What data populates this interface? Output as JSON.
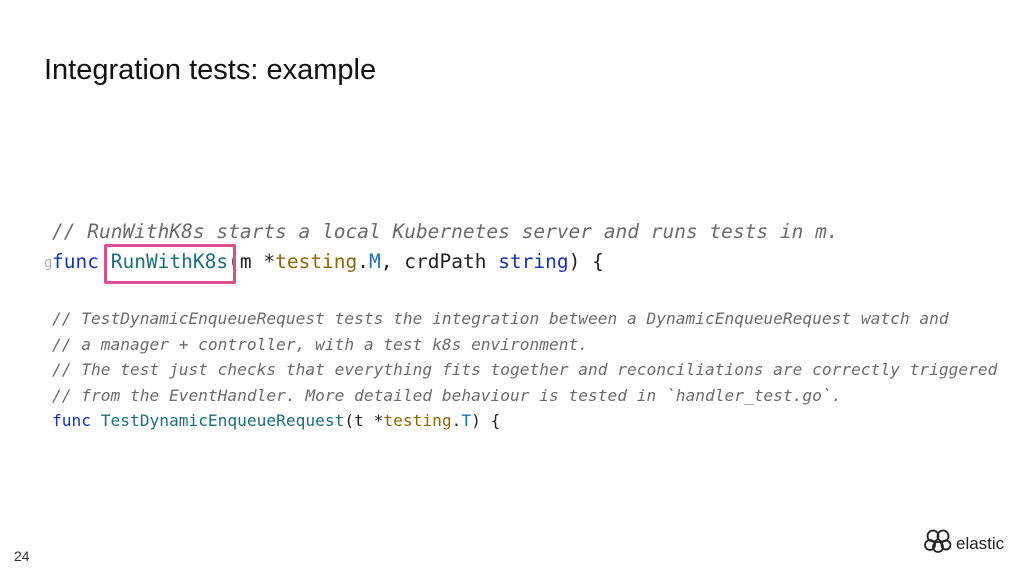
{
  "slide": {
    "title": "Integration tests: example",
    "number": "24"
  },
  "code": {
    "line1": {
      "comment": "// RunWithK8s starts a local Kubernetes server and runs tests in m."
    },
    "line2": {
      "kw": "func",
      "name": "RunWithK8s",
      "open": "(m *",
      "pkg": "testing",
      "dot": ".",
      "type": "M",
      "rest": ", crdPath ",
      "type2": "string",
      "close": ") {"
    },
    "line3": {
      "comment": "// TestDynamicEnqueueRequest tests the integration between a DynamicEnqueueRequest watch and"
    },
    "line4": {
      "comment": "// a manager + controller, with a test k8s environment."
    },
    "line5": {
      "comment": "// The test just checks that everything fits together and reconciliations are correctly triggered"
    },
    "line6": {
      "comment": "// from the EventHandler. More detailed behaviour is tested in `handler_test.go`."
    },
    "line7": {
      "kw": "func",
      "name": "TestDynamicEnqueueRequest",
      "open": "(t *",
      "pkg": "testing",
      "dot": ".",
      "type": "T",
      "close": ") {"
    }
  },
  "highlight_color": "#e04d8f",
  "logo": {
    "icon": "elastic-logo-icon",
    "text": "elastic"
  }
}
